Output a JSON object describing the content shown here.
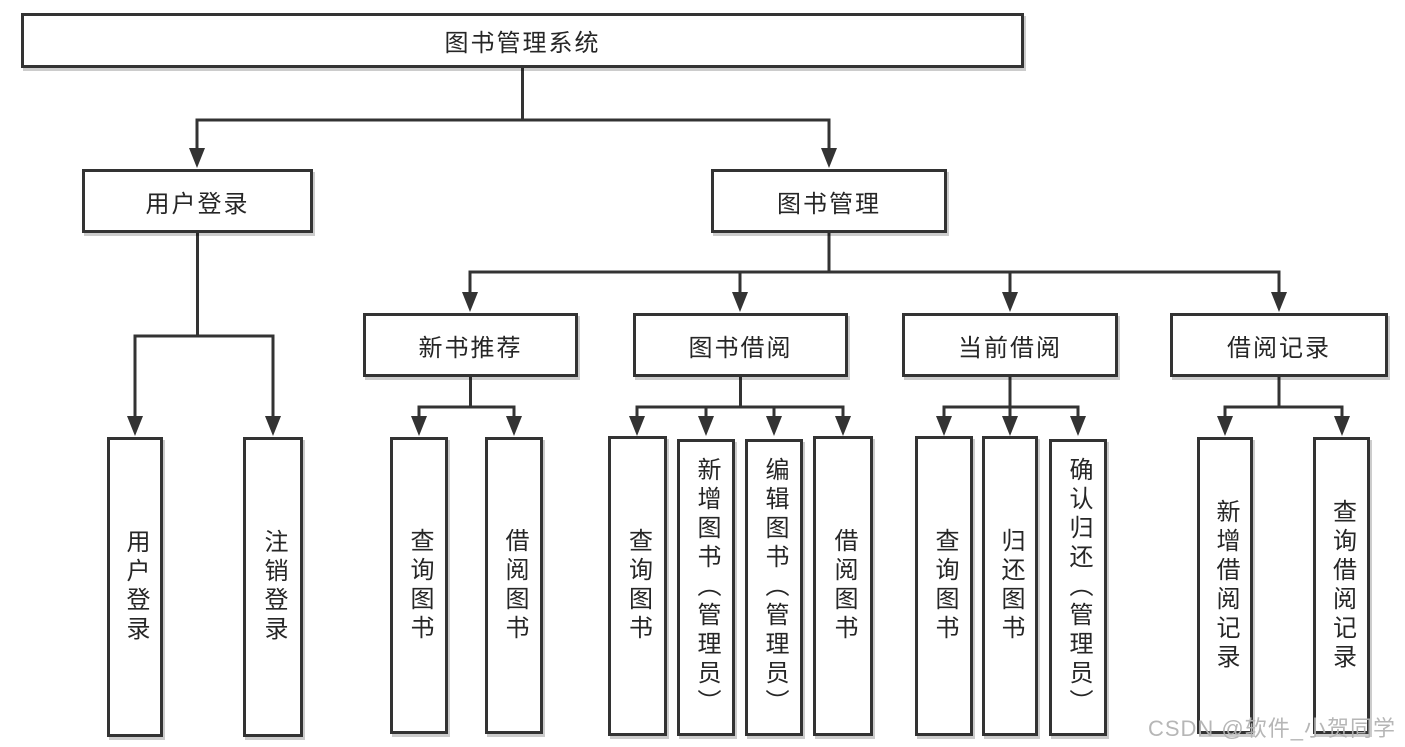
{
  "diagram_title": "图书管理系统",
  "colors": {
    "line": "#333333",
    "box_border": "#333333",
    "text": "#262626",
    "watermark": "#b3b3b3",
    "background": "#ffffff"
  },
  "labels": {
    "root": "图书管理系统",
    "user_login": "用户登录",
    "book_mgmt": "图书管理",
    "new_book_rec": "新书推荐",
    "book_borrow": "图书借阅",
    "current_borrow": "当前借阅",
    "borrow_record": "借阅记录",
    "leaf_user_login": "用户登录",
    "leaf_logout": "注销登录",
    "leaf_nbr_query": "查询图书",
    "leaf_nbr_borrow": "借阅图书",
    "leaf_bb_query": "查询图书",
    "leaf_bb_add": "新增图书（管理员）",
    "leaf_bb_edit": "编辑图书（管理员）",
    "leaf_bb_borrow": "借阅图书",
    "leaf_cb_query": "查询图书",
    "leaf_cb_return": "归还图书",
    "leaf_cb_confirm": "确认归还（管理员）",
    "leaf_br_add": "新增借阅记录",
    "leaf_br_query": "查询借阅记录"
  },
  "hierarchy": {
    "label": "图书管理系统",
    "children": [
      {
        "label": "用户登录",
        "children": [
          {
            "label": "用户登录"
          },
          {
            "label": "注销登录"
          }
        ]
      },
      {
        "label": "图书管理",
        "children": [
          {
            "label": "新书推荐",
            "children": [
              {
                "label": "查询图书"
              },
              {
                "label": "借阅图书"
              }
            ]
          },
          {
            "label": "图书借阅",
            "children": [
              {
                "label": "查询图书"
              },
              {
                "label": "新增图书（管理员）"
              },
              {
                "label": "编辑图书（管理员）"
              },
              {
                "label": "借阅图书"
              }
            ]
          },
          {
            "label": "当前借阅",
            "children": [
              {
                "label": "查询图书"
              },
              {
                "label": "归还图书"
              },
              {
                "label": "确认归还（管理员）"
              }
            ]
          },
          {
            "label": "借阅记录",
            "children": [
              {
                "label": "新增借阅记录"
              },
              {
                "label": "查询借阅记录"
              }
            ]
          }
        ]
      }
    ]
  },
  "watermark": "CSDN @软件_小贺同学"
}
